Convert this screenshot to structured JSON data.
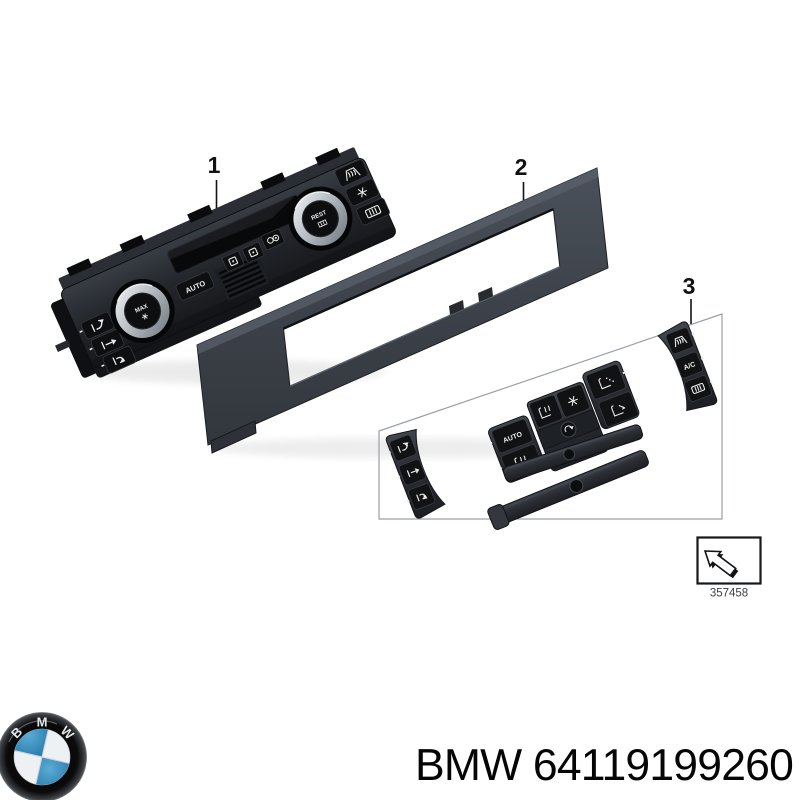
{
  "diagram": {
    "callouts": [
      {
        "id": "1",
        "part": "climate-control-unit"
      },
      {
        "id": "2",
        "part": "trim-bezel"
      },
      {
        "id": "3",
        "part": "button-repair-kit"
      }
    ],
    "control_unit": {
      "left_knob_label": "MAX",
      "right_knob_label": "REST",
      "auto_button_label": "AUTO"
    },
    "button_kit": {
      "auto_button_label": "AUTO",
      "ac_button_label": "A/C"
    },
    "exploded_view_ref": "357458",
    "icon_names": [
      "airflow-face-icon",
      "airflow-bilevel-icon",
      "airflow-floor-icon",
      "max-ac-snowflake-icon",
      "seat-heat-icon",
      "snowflake-icon",
      "defrost-windshield-icon",
      "defrost-rear-icon",
      "recirculation-icon",
      "seat-ventilation-icon",
      "display-segment-icon",
      "parking-light-icon",
      "direction-arrow-3d-icon",
      "bmw-roundel-logo"
    ],
    "colors": {
      "part_body": "#24272c",
      "part_face_light": "#3a3f46",
      "bezel": "#3f444c",
      "icon": "#e9ebed",
      "callout": "#121212",
      "kit_box_outline": "#9aa0a6",
      "background": "#ffffff"
    }
  },
  "footer": {
    "part_text": "BMW 64119199260",
    "logo_letters": [
      "B",
      "M",
      "W"
    ],
    "logo_blue": "#3590c2"
  }
}
